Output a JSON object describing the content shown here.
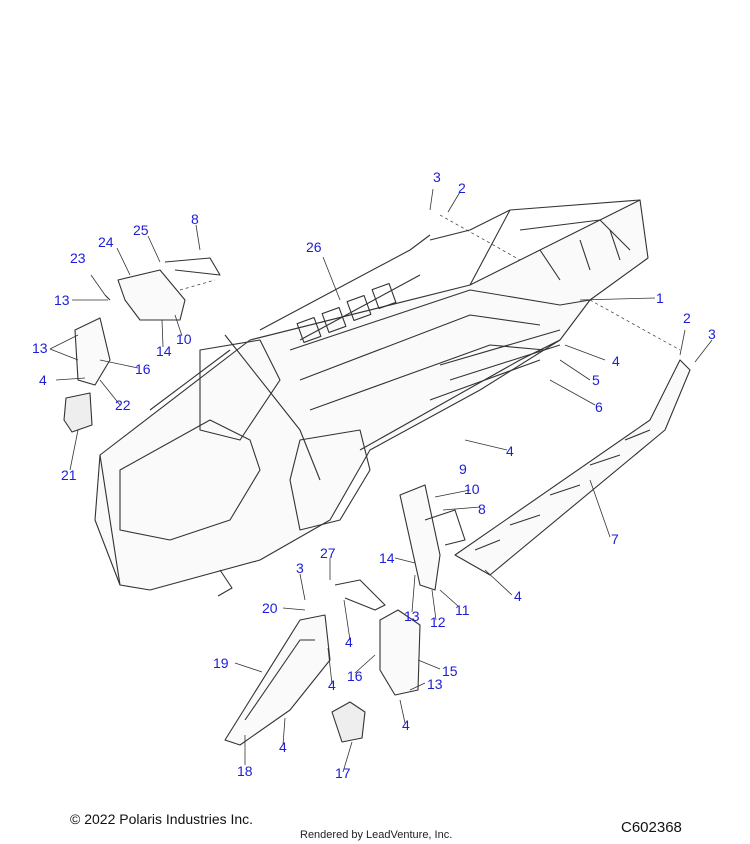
{
  "callouts": [
    "1",
    "2",
    "3",
    "4",
    "5",
    "6",
    "7",
    "8",
    "9",
    "10",
    "11",
    "12",
    "13",
    "14",
    "15",
    "16",
    "17",
    "18",
    "19",
    "20",
    "21",
    "22",
    "23",
    "24",
    "25",
    "26",
    "27"
  ],
  "footer": {
    "copyright": "© 2022 Polaris Industries Inc.",
    "rendered_by": "Rendered by LeadVenture, Inc.",
    "diagram_id": "C602368"
  },
  "colors": {
    "callout": "#1d1dd6",
    "line": "#333333"
  }
}
